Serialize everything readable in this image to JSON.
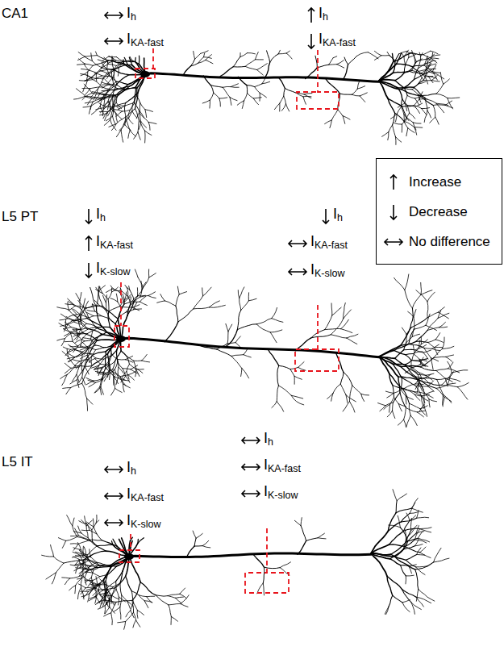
{
  "diagram": {
    "labels": [
      "CA1",
      "Ih",
      "IKA-fast",
      "Ih",
      "IKA-fast",
      "L5 PT",
      "Ih",
      "IKA-fast",
      "IK-slow",
      "Ih",
      "IKA-fast",
      "IK-slow",
      "L5 IT",
      "Ih",
      "IKA-fast",
      "IK-slow",
      "Ih",
      "IKA-fast",
      "IK-slow"
    ],
    "legend": [
      {
        "text": "Increase"
      },
      {
        "text": "Decrease"
      },
      {
        "text": "No difference"
      }
    ]
  }
}
